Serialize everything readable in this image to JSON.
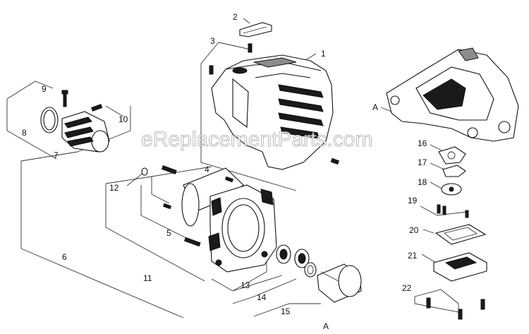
{
  "watermark": "eReplacementParts.com",
  "callouts": [
    {
      "id": "1",
      "text": "1"
    },
    {
      "id": "2",
      "text": "2"
    },
    {
      "id": "3",
      "text": "3"
    },
    {
      "id": "4",
      "text": "4"
    },
    {
      "id": "5",
      "text": "5"
    },
    {
      "id": "6",
      "text": "6"
    },
    {
      "id": "7",
      "text": "7"
    },
    {
      "id": "8",
      "text": "8"
    },
    {
      "id": "9",
      "text": "9"
    },
    {
      "id": "10",
      "text": "10"
    },
    {
      "id": "11",
      "text": "11"
    },
    {
      "id": "12",
      "text": "12"
    },
    {
      "id": "13",
      "text": "13"
    },
    {
      "id": "14",
      "text": "14"
    },
    {
      "id": "15",
      "text": "15"
    },
    {
      "id": "16",
      "text": "16"
    },
    {
      "id": "17",
      "text": "17"
    },
    {
      "id": "18",
      "text": "18"
    },
    {
      "id": "19",
      "text": "19"
    },
    {
      "id": "20",
      "text": "20"
    },
    {
      "id": "21",
      "text": "21"
    },
    {
      "id": "22",
      "text": "22"
    }
  ],
  "refs": {
    "a_top": "A",
    "a_bottom": "A"
  },
  "colors": {
    "line": "#333333",
    "dark": "#1a1a1a",
    "gray": "#8c8c8c"
  }
}
